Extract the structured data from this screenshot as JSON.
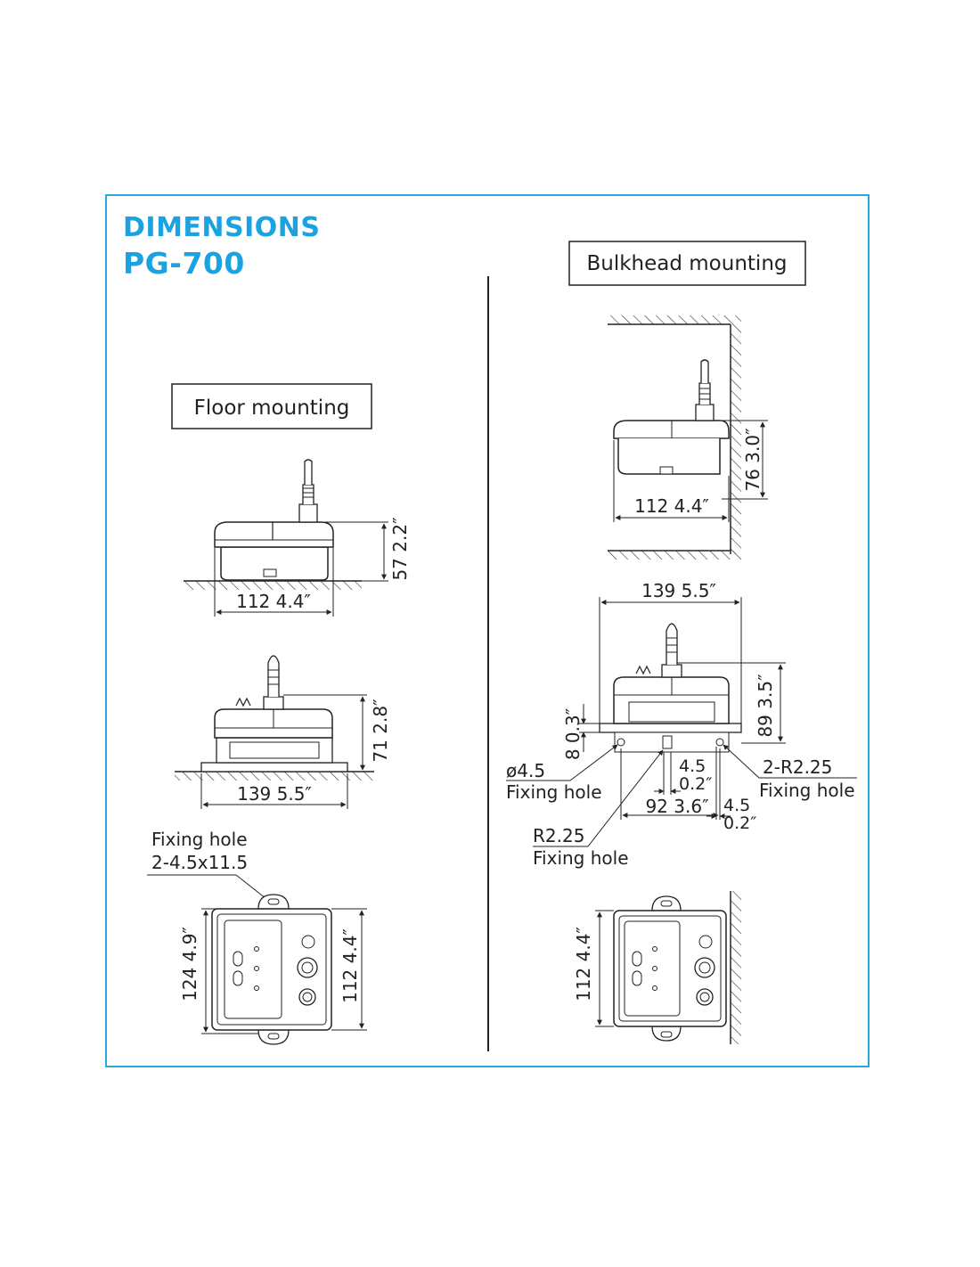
{
  "header": {
    "title": "DIMENSIONS",
    "model": "PG-700"
  },
  "floor": {
    "label": "Floor mounting",
    "side_width": "112  4.4″",
    "side_height": "57  2.2″",
    "front_width": "139  5.5″",
    "front_height": "71  2.8″",
    "fixing_hole_label": "Fixing hole",
    "fixing_hole_size": "2-4.5x11.5",
    "top_length": "124  4.9″",
    "top_width": "112  4.4″"
  },
  "bulkhead": {
    "label": "Bulkhead mounting",
    "side_width": "112  4.4″",
    "side_height": "76  3.0″",
    "front_width": "139  5.5″",
    "front_height": "89  3.5″",
    "flange": "8  0.3″",
    "hole_dia": "ø4.5",
    "hole_dia_label": "Fixing hole",
    "slot_top": "4.5",
    "slot_top_in": "0.2″",
    "pitch": "92  3.6″",
    "slot_side": "4.5",
    "slot_side_in": "0.2″",
    "r_right": "2-R2.25",
    "r_right_label": "Fixing hole",
    "r_center": "R2.25",
    "r_center_label": "Fixing hole",
    "top_width": "112  4.4″"
  },
  "colors": {
    "accent": "#1aa3e0",
    "frame": "#29a8e0",
    "line": "#222222"
  }
}
